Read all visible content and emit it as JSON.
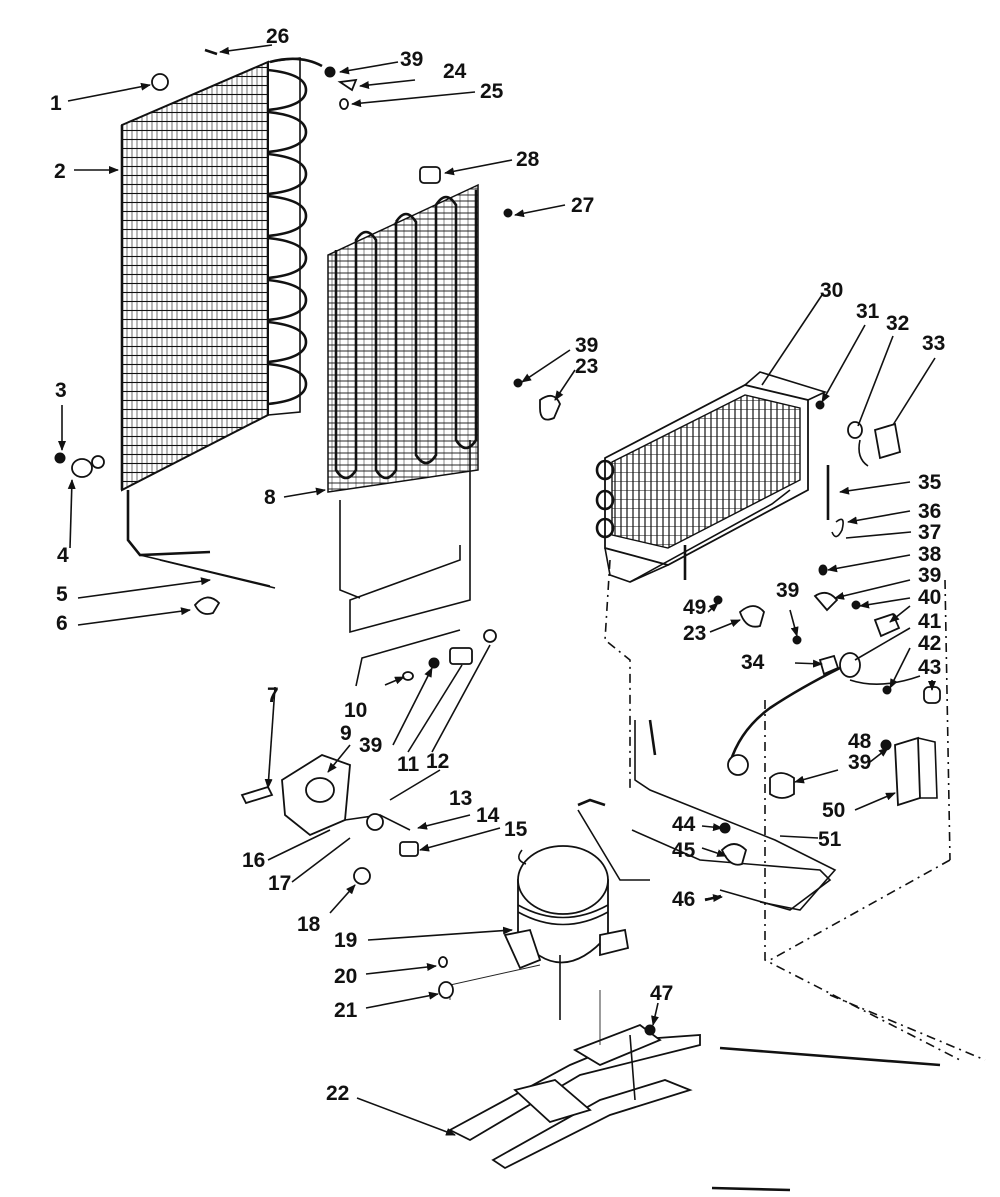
{
  "callouts": {
    "c1": "1",
    "c2": "2",
    "c3": "3",
    "c4": "4",
    "c5": "5",
    "c6": "6",
    "c7": "7",
    "c8": "8",
    "c9": "9",
    "c10": "10",
    "c11": "11",
    "c12": "12",
    "c13": "13",
    "c14": "14",
    "c15": "15",
    "c16": "16",
    "c17": "17",
    "c18": "18",
    "c19": "19",
    "c20": "20",
    "c21": "21",
    "c22": "22",
    "c23a": "23",
    "c23b": "23",
    "c24": "24",
    "c25": "25",
    "c26": "26",
    "c27": "27",
    "c28": "28",
    "c30": "30",
    "c31": "31",
    "c32": "32",
    "c33": "33",
    "c34": "34",
    "c35": "35",
    "c36": "36",
    "c37": "37",
    "c38": "38",
    "c39a": "39",
    "c39b": "39",
    "c39c": "39",
    "c39d": "39",
    "c39e": "39",
    "c39f": "39",
    "c40": "40",
    "c41": "41",
    "c42": "42",
    "c43": "43",
    "c44": "44",
    "c45": "45",
    "c46": "46",
    "c47": "47",
    "c48": "48",
    "c49": "49",
    "c50": "50",
    "c51": "51"
  }
}
